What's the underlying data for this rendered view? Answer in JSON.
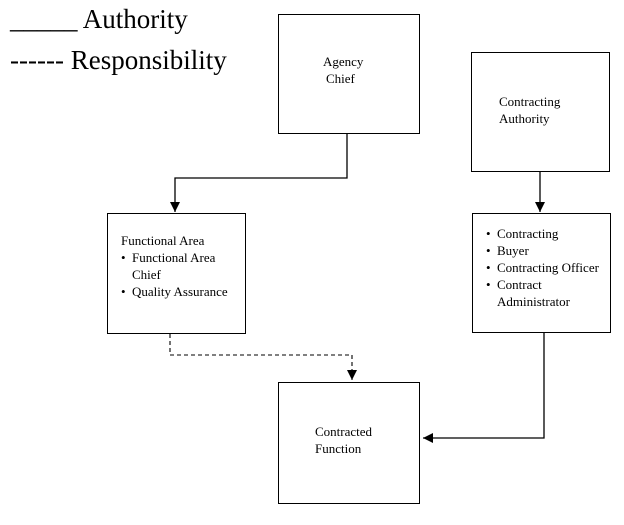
{
  "legend": {
    "authority": {
      "swatch": "_____",
      "label": "Authority"
    },
    "responsibility": {
      "swatch": "------",
      "label": "Responsibility"
    }
  },
  "boxes": {
    "agency_chief": {
      "lines": [
        "Agency",
        "Chief"
      ]
    },
    "contracting_authority": {
      "lines": [
        "Contracting",
        "Authority"
      ]
    },
    "functional_area": {
      "title": "Functional Area",
      "items": [
        "Functional Area Chief",
        "Quality Assurance"
      ]
    },
    "contracting": {
      "items": [
        "Contracting",
        "Buyer",
        "Contracting Officer",
        "Contract Administrator"
      ]
    },
    "contracted_function": {
      "lines": [
        "Contracted",
        "Function"
      ]
    }
  },
  "connectors": [
    {
      "from": "agency_chief",
      "to": "functional_area",
      "style": "solid"
    },
    {
      "from": "contracting_authority",
      "to": "contracting",
      "style": "solid"
    },
    {
      "from": "functional_area",
      "to": "contracted_function",
      "style": "dashed"
    },
    {
      "from": "contracting",
      "to": "contracted_function",
      "style": "solid"
    }
  ],
  "colors": {
    "line": "#000000",
    "background": "#ffffff"
  }
}
